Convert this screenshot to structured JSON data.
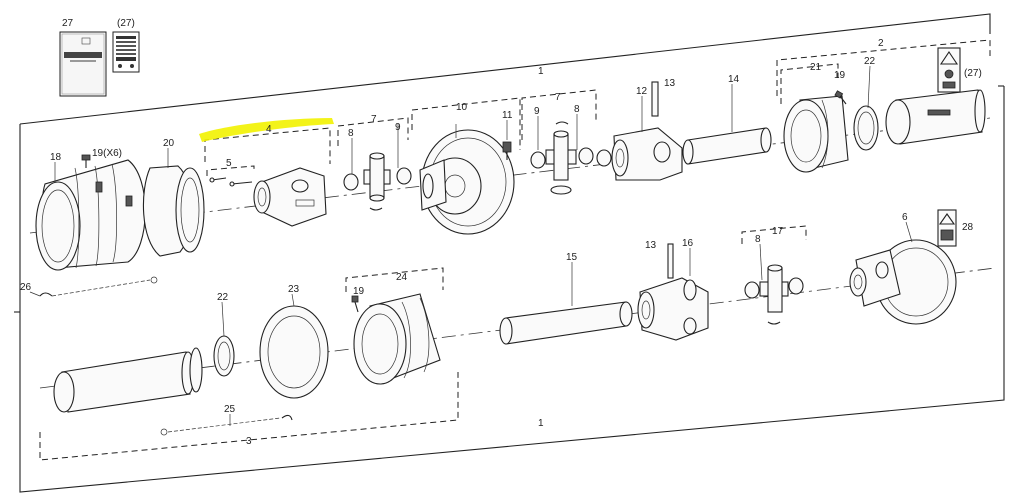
{
  "diagram": {
    "highlight_color": "#f2f200",
    "line_color": "#222222",
    "callouts": {
      "c1_top": "1",
      "c1_bottom": "1",
      "c2": "2",
      "c3": "3",
      "c4": "4",
      "c5": "5",
      "c6": "6",
      "c7a": "7",
      "c7b": "7",
      "c8a": "8",
      "c8b": "8",
      "c8c": "8",
      "c9a": "9",
      "c9b": "9",
      "c10": "10",
      "c11": "11",
      "c12": "12",
      "c13a": "13",
      "c13b": "13",
      "c14": "14",
      "c15": "15",
      "c16": "16",
      "c17": "17",
      "c18": "18",
      "c19_x6": "19(X6)",
      "c19a": "19",
      "c19b": "19",
      "c20": "20",
      "c21": "21",
      "c22a": "22",
      "c22b": "22",
      "c23": "23",
      "c24": "24",
      "c25": "25",
      "c26": "26",
      "c27": "27",
      "c27_paren_doc": "(27)",
      "c27_paren_tube": "(27)",
      "c28": "28"
    },
    "documents": {
      "booklet_label": "27",
      "card_label": "(27)"
    }
  }
}
